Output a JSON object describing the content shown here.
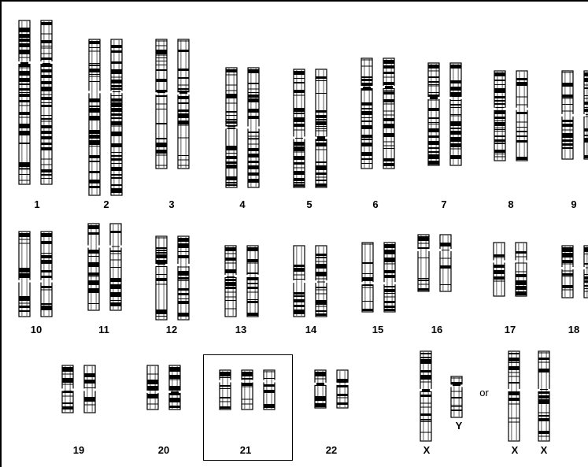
{
  "karyotype": {
    "chromosomes": [
      {
        "label": "1",
        "copies": 2
      },
      {
        "label": "2",
        "copies": 2
      },
      {
        "label": "3",
        "copies": 2
      },
      {
        "label": "4",
        "copies": 2
      },
      {
        "label": "5",
        "copies": 2
      },
      {
        "label": "6",
        "copies": 2
      },
      {
        "label": "7",
        "copies": 2
      },
      {
        "label": "8",
        "copies": 2
      },
      {
        "label": "9",
        "copies": 2
      },
      {
        "label": "10",
        "copies": 2
      },
      {
        "label": "11",
        "copies": 2
      },
      {
        "label": "12",
        "copies": 2
      },
      {
        "label": "13",
        "copies": 2
      },
      {
        "label": "14",
        "copies": 2
      },
      {
        "label": "15",
        "copies": 2
      },
      {
        "label": "16",
        "copies": 2
      },
      {
        "label": "17",
        "copies": 2
      },
      {
        "label": "18",
        "copies": 2
      },
      {
        "label": "19",
        "copies": 2
      },
      {
        "label": "20",
        "copies": 2
      },
      {
        "label": "21",
        "copies": 3,
        "highlighted": true
      },
      {
        "label": "22",
        "copies": 2
      }
    ],
    "sex_chromosomes": {
      "option_a": [
        "X",
        "Y"
      ],
      "connector": "or",
      "option_b": [
        "X",
        "X"
      ]
    }
  }
}
